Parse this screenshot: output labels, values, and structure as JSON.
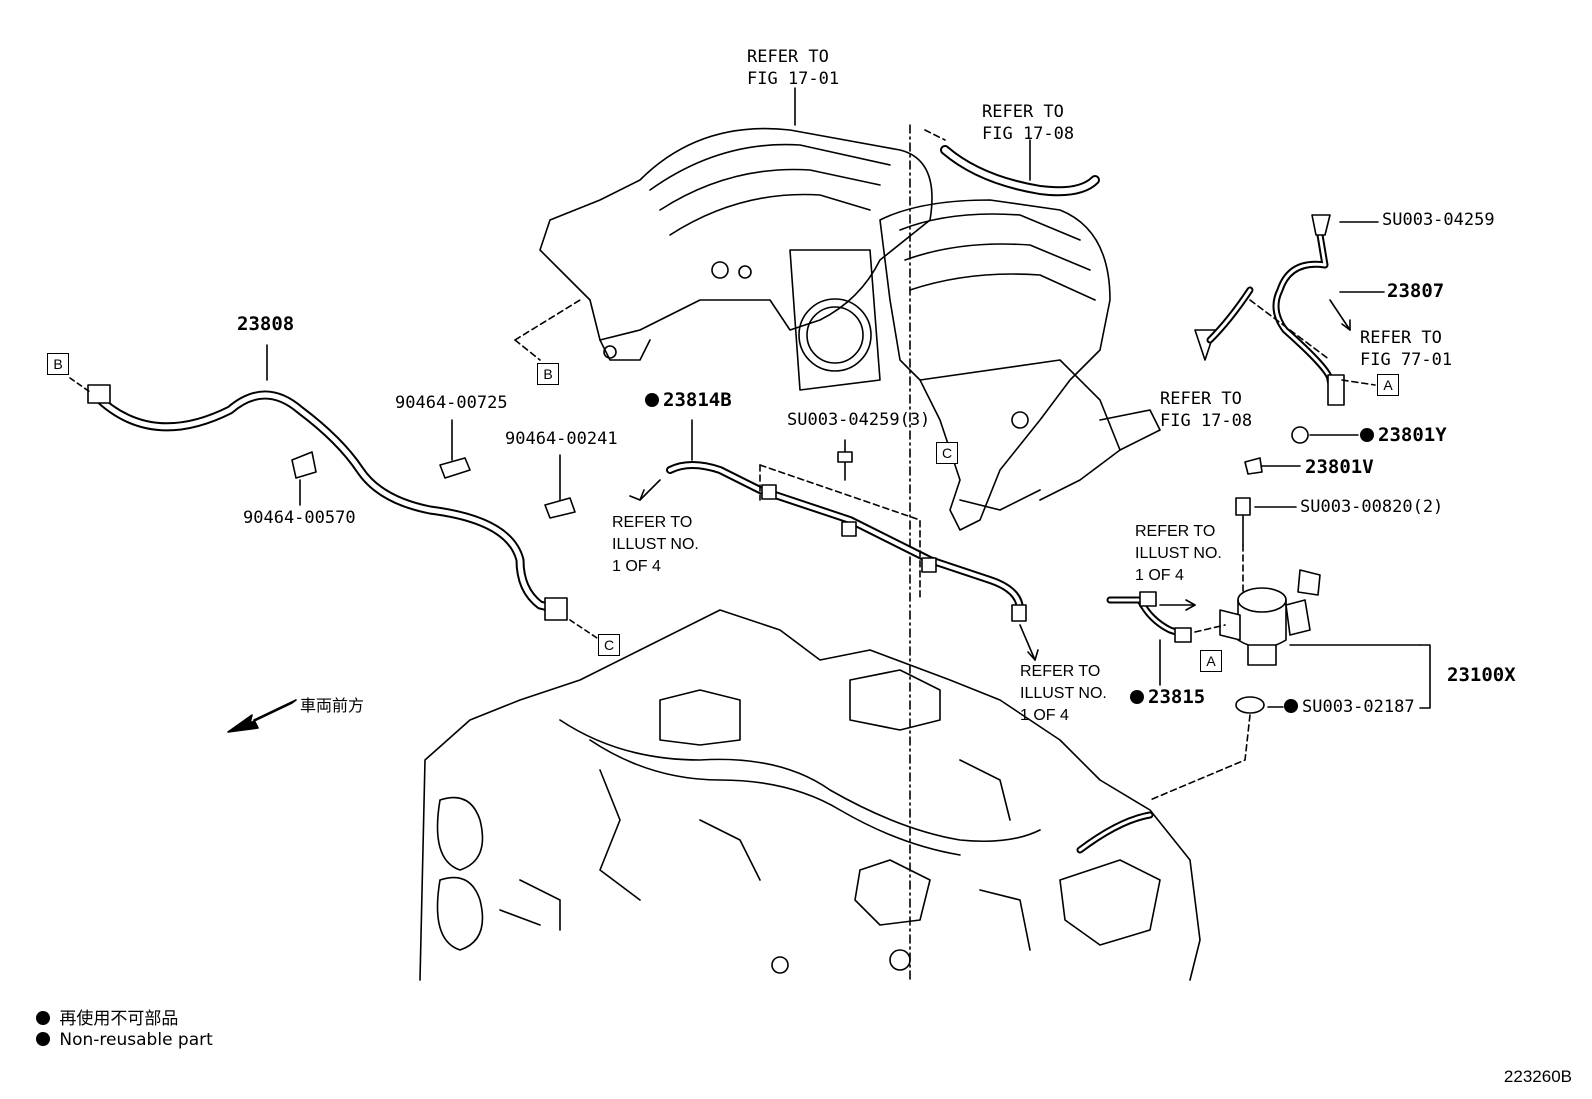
{
  "labels": {
    "refer_fig_17_01": "REFER TO\nFIG 17-01",
    "refer_fig_17_08_top": "REFER TO\nFIG 17-08",
    "refer_fig_17_08_mid": "REFER TO\nFIG 17-08",
    "refer_fig_77_01": "REFER TO\nFIG 77-01",
    "refer_illust_left": "REFER TO\nILLUST NO.\n1 OF 4",
    "refer_illust_right": "REFER TO\nILLUST NO.\n1 OF 4",
    "refer_illust_bottom": "REFER TO\nILLUST NO.\n1 OF 4",
    "front_direction": "車両前方"
  },
  "parts": {
    "p23808": "23808",
    "p90464_00725": "90464-00725",
    "p90464_00241": "90464-00241",
    "p90464_00570": "90464-00570",
    "p23814b": "23814B",
    "su003_04259_3": "SU003-04259(3)",
    "su003_04259": "SU003-04259",
    "p23807": "23807",
    "p23801y": "23801Y",
    "p23801v": "23801V",
    "su003_00820_2": "SU003-00820(2)",
    "p23815": "23815",
    "p23100x": "23100X",
    "su003_02187": "SU003-02187"
  },
  "callouts": {
    "a1": "A",
    "a2": "A",
    "b1": "B",
    "b2": "B",
    "c1": "C",
    "c2": "C"
  },
  "legend": {
    "jp": "再使用不可部品",
    "en": "Non-reusable part"
  },
  "figure_number": "223260B"
}
